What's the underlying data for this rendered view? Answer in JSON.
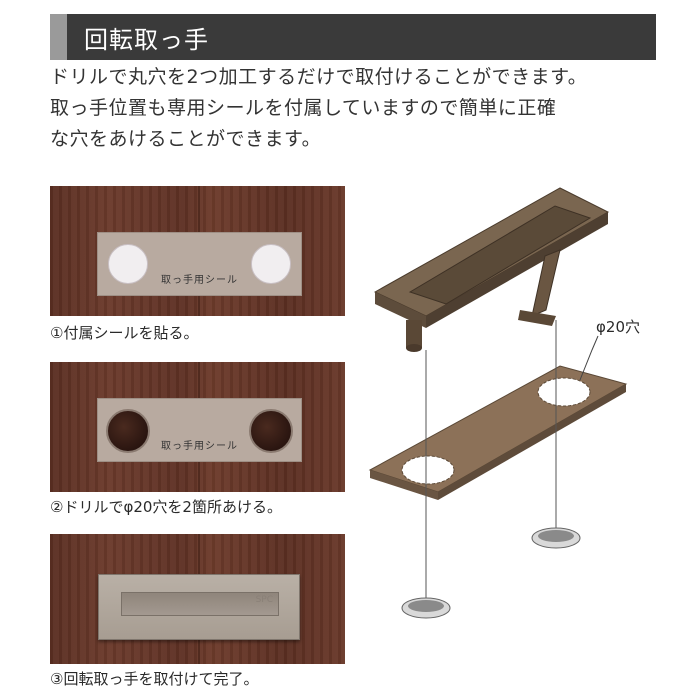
{
  "header": {
    "title": "回転取っ手"
  },
  "intro": {
    "lines": [
      "ドリルで丸穴を2つ加工するだけで取付けることができます。",
      "取っ手位置も専用シールを付属していますので簡単に正確",
      "な穴をあけることができます。"
    ]
  },
  "steps": [
    {
      "sticker_label": "取っ手用シール",
      "caption": "①付属シールを貼る。"
    },
    {
      "sticker_label": "取っ手用シール",
      "caption": "②ドリルでφ20穴を2箇所あける。"
    },
    {
      "plate_mark": "SPC",
      "caption": "③回転取っ手を取付けて完了。"
    }
  ],
  "diagram": {
    "hole_callout": "φ20穴"
  },
  "colors": {
    "header_bg": "#3a3a3a",
    "header_accent": "#9a9a9a",
    "wood": "#5e3124",
    "handle": "#6b5a45"
  }
}
